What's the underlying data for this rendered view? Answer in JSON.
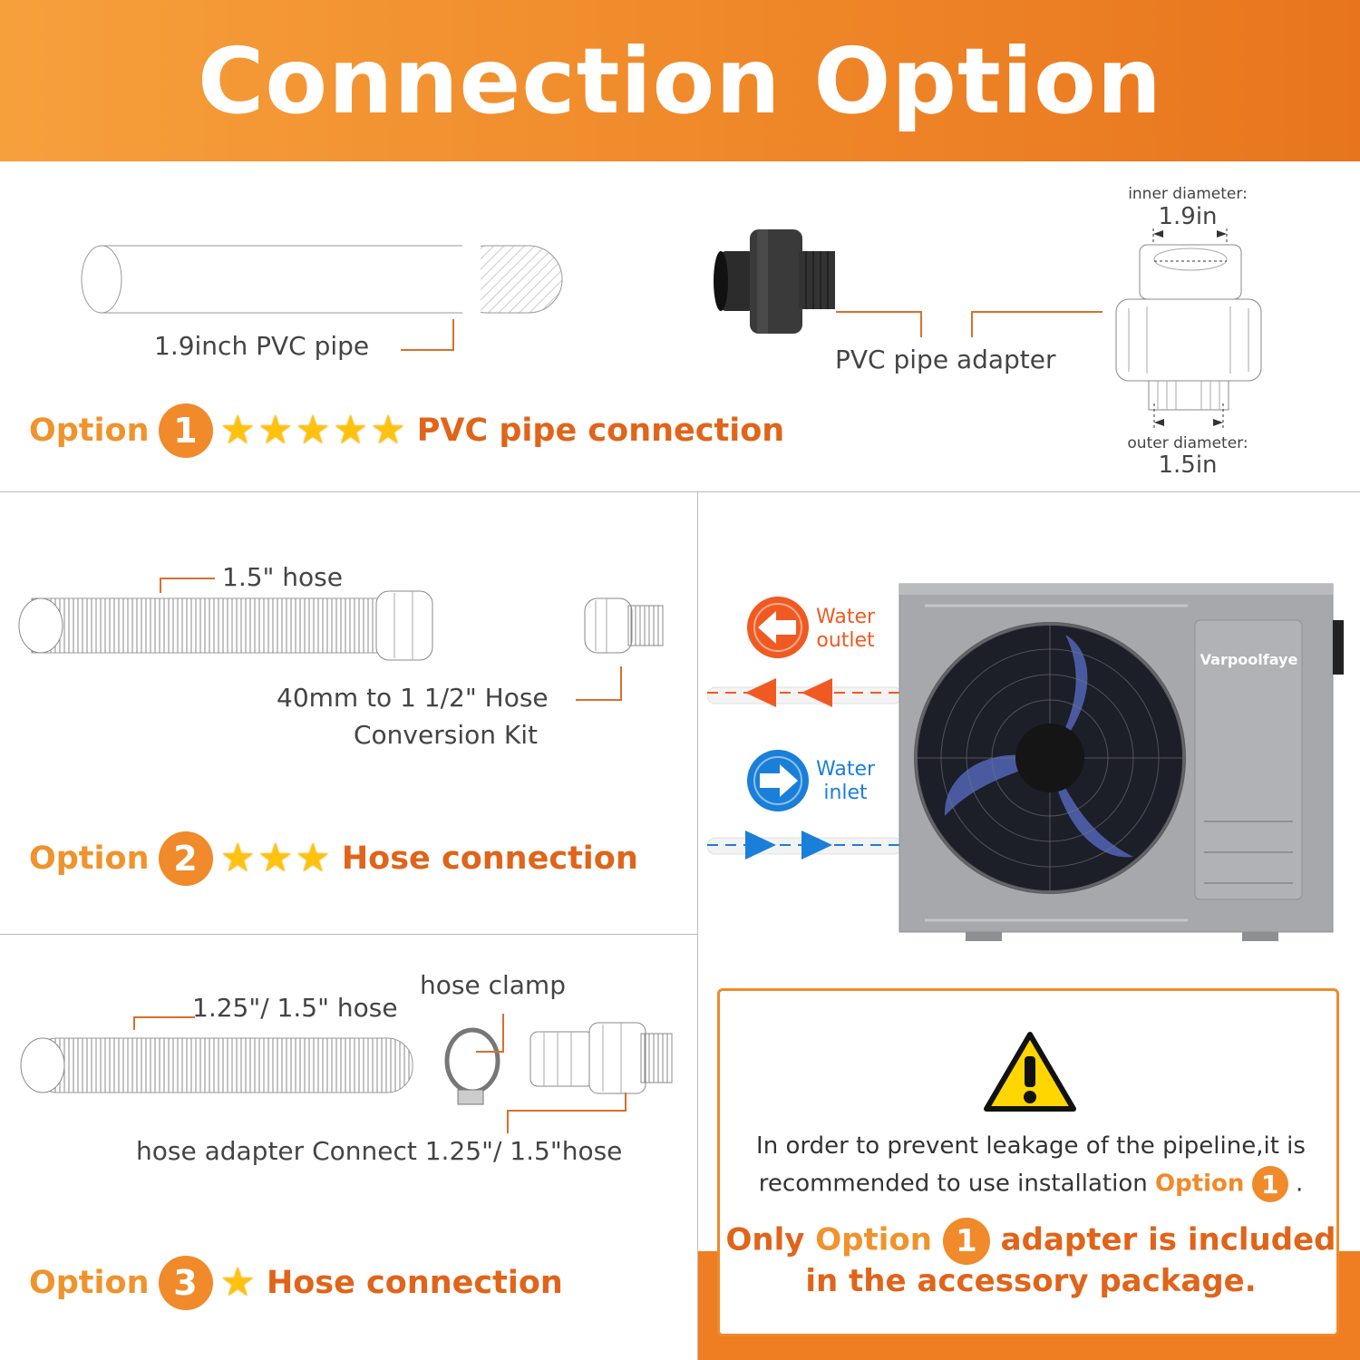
{
  "header": {
    "title": "Connection Option"
  },
  "option1": {
    "word": "Option",
    "number": "1",
    "stars": 5,
    "title": "PVC pipe connection",
    "pipe_label": "1.9inch PVC pipe",
    "adapter_label": "PVC pipe adapter",
    "inner_label": "inner diameter:",
    "inner_value": "1.9in",
    "outer_label": "outer diameter:",
    "outer_value": "1.5in"
  },
  "option2": {
    "word": "Option",
    "number": "2",
    "stars": 3,
    "title": "Hose connection",
    "hose_label": "1.5\" hose",
    "kit_line1": "40mm to 1 1/2\" Hose",
    "kit_line2": "Conversion Kit"
  },
  "option3": {
    "word": "Option",
    "number": "3",
    "stars": 1,
    "title": "Hose connection",
    "hose_label": "1.25\"/ 1.5\" hose",
    "clamp_label": "hose clamp",
    "adapter_label": "hose adapter Connect 1.25\"/ 1.5\"hose"
  },
  "unit": {
    "brand": "Varpoolfaye",
    "outlet_line1": "Water",
    "outlet_line2": "outlet",
    "inlet_line1": "Water",
    "inlet_line2": "inlet"
  },
  "notice": {
    "line1": "In order to prevent leakage of the pipeline,it is",
    "line2": "recommended to use installation",
    "option_word": "Option",
    "option_number": "1",
    "period": ".",
    "only_word": "Only",
    "only_option": "Option",
    "only_number": "1",
    "only_rest": "adapter is included",
    "only_line2": "in the accessory package."
  },
  "colors": {
    "accent": "#f08a2a",
    "outlet": "#f05a22",
    "inlet": "#1a7fd8",
    "star": "#ffc20e"
  }
}
